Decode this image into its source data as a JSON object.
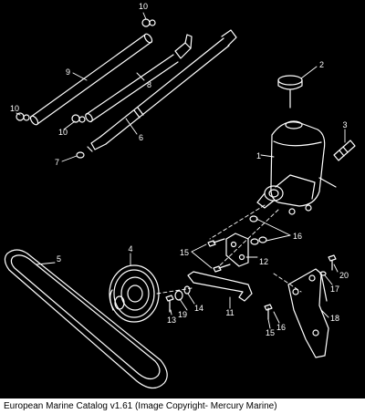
{
  "diagram": {
    "part_labels": [
      "1",
      "2",
      "3",
      "4",
      "5",
      "6",
      "7",
      "8",
      "9",
      "10",
      "10",
      "10",
      "11",
      "12",
      "13",
      "14",
      "15",
      "15",
      "16",
      "16",
      "17",
      "18",
      "19",
      "20"
    ]
  },
  "footer": {
    "caption": "European Marine Catalog v1.61 (Image Copyright- Mercury Marine)"
  }
}
